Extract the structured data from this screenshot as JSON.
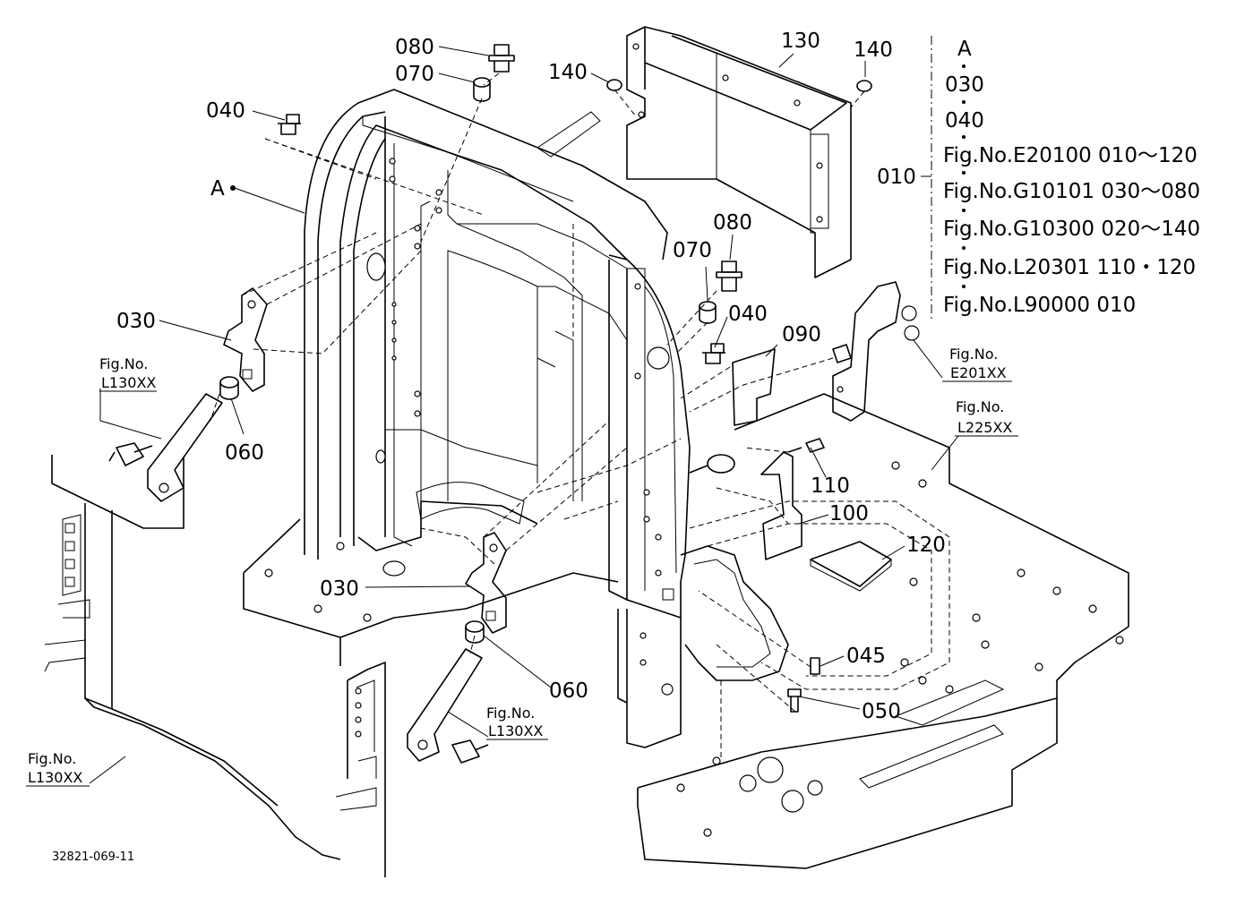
{
  "callouts": {
    "c080a": "080",
    "c070a": "070",
    "c140a": "140",
    "c130": "130",
    "c140b": "140",
    "c040a": "040",
    "cA": "A",
    "c080b": "080",
    "c070b": "070",
    "c040b": "040",
    "c090": "090",
    "c030a": "030",
    "c060a": "060",
    "c110": "110",
    "c100": "100",
    "c120": "120",
    "c030b": "030",
    "c060b": "060",
    "c045": "045",
    "c050": "050",
    "c010": "010"
  },
  "fig_refs": {
    "r1": {
      "top": "Fig.No.",
      "code": "L130XX"
    },
    "r2": {
      "top": "Fig.No.",
      "code": "E201XX"
    },
    "r3": {
      "top": "Fig.No.",
      "code": "L225XX"
    },
    "r4": {
      "top": "Fig.No.",
      "code": "L130XX"
    },
    "r5": {
      "top": "Fig.No.",
      "code": "L130XX"
    }
  },
  "legend": {
    "header": "A",
    "items": [
      "030",
      "040"
    ],
    "refs": [
      "Fig.No.E20100  010～120",
      "Fig.No.G10101  030～080",
      "Fig.No.G10300  020～140",
      "Fig.No.L20301  110・120",
      "Fig.No.L90000  010"
    ]
  },
  "drawing_number": "32821-069-11"
}
